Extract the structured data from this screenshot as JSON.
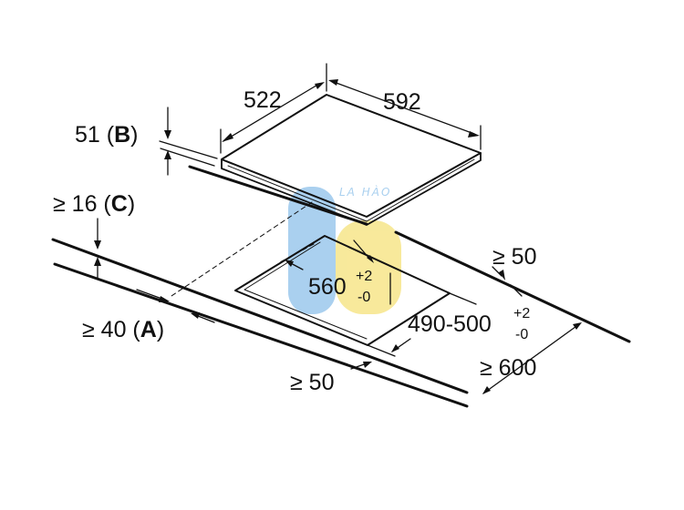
{
  "colors": {
    "line": "#111111",
    "watermark_blue": "#8ec1ea",
    "watermark_yellow": "#f5e27a",
    "watermark_text": "#8ec1ea"
  },
  "watermark": {
    "text": "LA HÀO"
  },
  "dimensions": {
    "top_depth": "522",
    "top_width": "592",
    "hob_thickness": {
      "prefix": "51 (",
      "letter": "B",
      "suffix": ")"
    },
    "worktop_thickness": {
      "prefix": "≥ 16 (",
      "letter": "C",
      "suffix": ")"
    },
    "front_distance": {
      "prefix": "≥ 40 (",
      "letter": "A",
      "suffix": ")"
    },
    "cutout_width": {
      "value": "560",
      "tol_plus": "+2",
      "tol_minus": "-0"
    },
    "cutout_depth": {
      "value": "490-500",
      "tol_plus": "+2",
      "tol_minus": "-0"
    },
    "back_distance": "≥ 50",
    "side_distance": "≥ 50",
    "worktop_depth": "≥ 600"
  }
}
